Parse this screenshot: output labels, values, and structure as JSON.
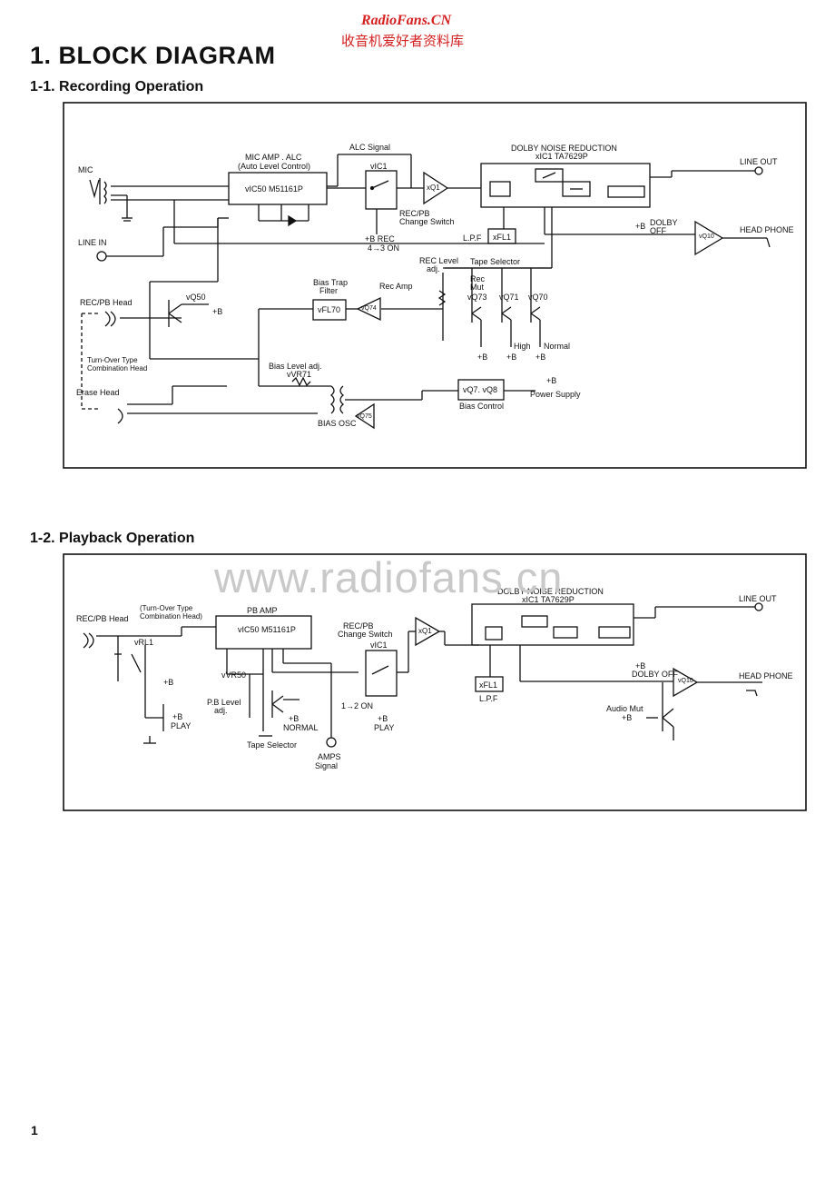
{
  "watermark": {
    "site": "RadioFans.CN",
    "subtitle": "收音机爱好者资料库",
    "center": "www.radiofans.cn"
  },
  "page": {
    "title": "1. BLOCK DIAGRAM",
    "number": "1"
  },
  "section1": {
    "heading": "1-1.  Recording Operation",
    "labels": {
      "mic": "MIC",
      "line_in": "LINE IN",
      "mic_amp_1": "MIC  AMP . ALC",
      "mic_amp_2": "(Auto Level Control)",
      "ic50": "vIC50  M51161P",
      "alc_signal": "ALC Signal",
      "vic1": "vIC1",
      "recpb_1": "REC/PB",
      "recpb_2": "Change Switch",
      "b_rec": "+B  REC",
      "rec_on": "4→3 ON",
      "xq1": "xQ1",
      "dolby_1": "DOLBY NOISE REDUCTION",
      "dolby_2": "xIC1  TA7629P",
      "line_out": "LINE OUT",
      "b_dolby_1": "+B",
      "b_dolby_2": "DOLBY",
      "b_dolby_3": "OFF",
      "vq10": "vQ10",
      "head_phone": "HEAD PHONE",
      "lpf": "L.P.F",
      "xfl1": "xFL1",
      "recpb_head": "REC/PB Head",
      "vq50": "vQ50",
      "plus_b": "+B",
      "bias_trap_1": "Bias Trap",
      "bias_trap_2": "Filter",
      "vfl70": "vFL70",
      "rec_amp": "Rec  Amp",
      "vq74": "vQ74",
      "rec_level_1": "REC Level",
      "rec_level_2": "adj.",
      "tape_sel": "Tape Selector",
      "rec_mut_1": "Rec",
      "rec_mut_2": "Mut",
      "vq73": "vQ73",
      "vq71": "vQ71",
      "vq70": "vQ70",
      "b1": "+B",
      "b2": "+B",
      "b3": "+B",
      "high": "High",
      "normal": "Normal",
      "turnover_1": "Turn-Over Type",
      "turnover_2": "Combination Head",
      "bias_lvl_1": "Bias Level adj.",
      "bias_lvl_2": "vVR71",
      "erase": "Erase Head",
      "vq7": "vQ7.  vQ8",
      "bias_ctrl": "Bias Control",
      "b_ps": "+B",
      "power": "Power  Supply",
      "bias_osc": "BIAS OSC",
      "vq75": "vQ75"
    }
  },
  "section2": {
    "heading": "1-2.  Playback Operation",
    "labels": {
      "recpb_head": "REC/PB  Head",
      "turnover_1": "(Turn-Over Type",
      "turnover_2": "Combination Head)",
      "pb_amp": "PB  AMP",
      "ic50": "vIC50  M51161P",
      "vrl1": "vRL1",
      "plus_b": "+B",
      "vvr50": "vVR50",
      "pb_lvl_1": "P.B Level",
      "pb_lvl_2": "adj.",
      "b_normal_1": "+B",
      "b_normal_2": "NORMAL",
      "tape_sel": "Tape Selector",
      "b_play_1": "+B",
      "b_play_2": "PLAY",
      "amps_1": "AMPS",
      "amps_2": "Signal",
      "recpb_1": "REC/PB",
      "recpb_2": "Change Switch",
      "vic1": "vIC1",
      "on": "1→2 ON",
      "b_play2_1": "+B",
      "b_play2_2": "PLAY",
      "xq1": "xQ1",
      "dolby_1": "DOLBY NOISE REDUCTION",
      "dolby_2": "xIC1  TA7629P",
      "xfl1": "xFL1",
      "lpf": "L.P.F",
      "b_dolby_1": "+B",
      "b_dolby_2": "DOLBY  OFF",
      "line_out": "LINE OUT",
      "vq10": "vQ10",
      "head_phone": "HEAD PHONE",
      "audio_mut": "Audio Mut",
      "b_mut": "+B"
    }
  }
}
